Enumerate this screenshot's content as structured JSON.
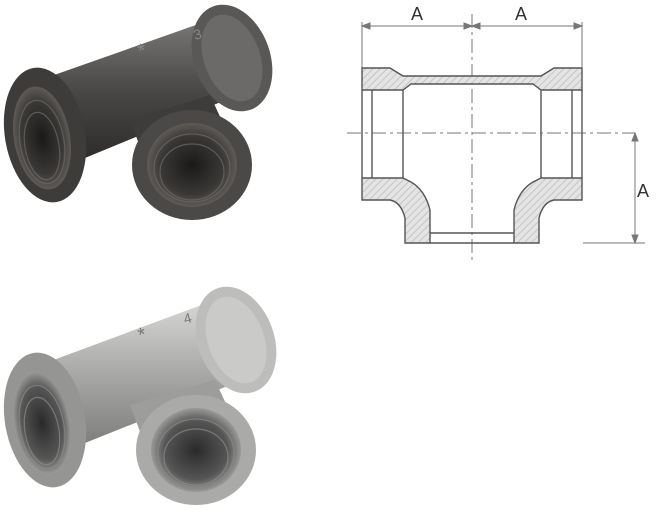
{
  "photos": {
    "black_fitting": {
      "description_icon": "black-iron-tee-icon"
    },
    "galvanized_fitting": {
      "description_icon": "galvanized-tee-icon"
    }
  },
  "drawing": {
    "label_top_left": "A",
    "label_top_right": "A",
    "label_right": "A",
    "colors": {
      "outline": "#555555",
      "hatch": "#bbbbbb",
      "dim": "#777777"
    }
  }
}
